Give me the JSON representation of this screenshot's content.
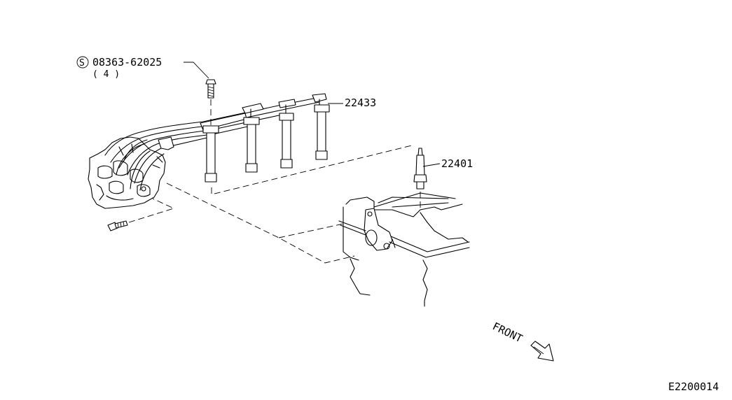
{
  "labels": {
    "bolt_part": "08363-62025",
    "bolt_qty": "( 4 )",
    "screw_symbol": "S",
    "cable_part": "22433",
    "plug_part": "22401",
    "front": "FRONT",
    "diagram_code": "E2200014"
  }
}
